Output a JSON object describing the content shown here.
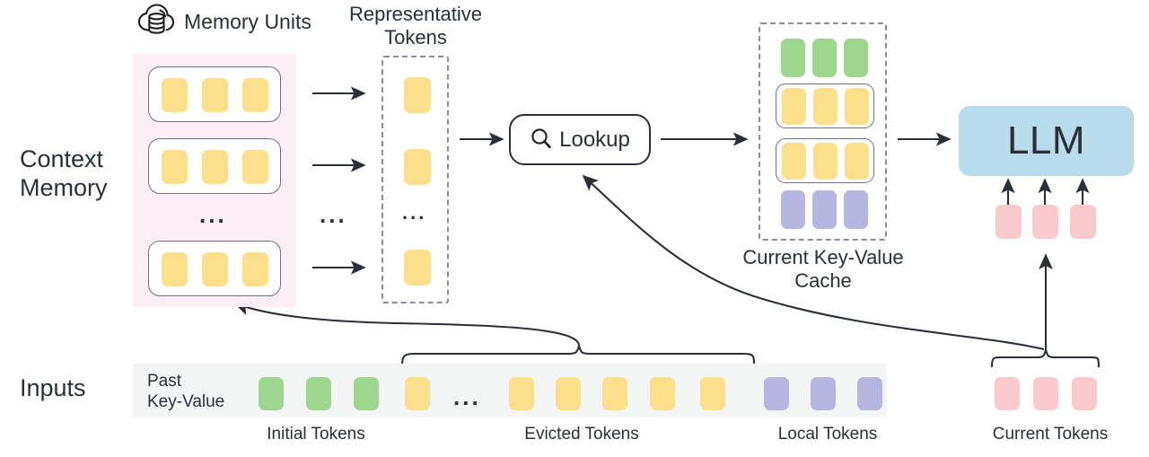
{
  "diagram": {
    "title_left_side": "Context\nMemory",
    "inputs_label": "Inputs",
    "memory_units_label": "Memory Units",
    "memory_units_icon": "cloud-database-icon",
    "representative_tokens_label": "Representative\nTokens",
    "lookup_label": "Lookup",
    "lookup_icon": "search-icon",
    "kv_cache_label": "Current Key-Value\nCache",
    "llm_label": "LLM",
    "past_key_value_label": "Past\nKey-Value",
    "bottom_labels": [
      {
        "id": "initial-tokens",
        "text": "Initial Tokens"
      },
      {
        "id": "evicted-tokens",
        "text": "Evicted Tokens"
      },
      {
        "id": "local-tokens",
        "text": "Local Tokens"
      },
      {
        "id": "current-tokens",
        "text": "Current Tokens"
      }
    ],
    "ellipsis": "...",
    "colors": {
      "yellow_token": "#fcdf8a",
      "green_token": "#9ed68f",
      "purple_token": "#b6b6e0",
      "pink_token": "#fbc9cc",
      "context_memory_panel": "#fbeef5",
      "inputs_bar": "#f4f6f5",
      "llm_box": "#b9dcec",
      "stroke": "#2b3038",
      "dashed_stroke": "#8a8f98"
    },
    "memory_units": {
      "row_count_visible": 3,
      "tokens_per_unit": 3,
      "token_color": "yellow"
    },
    "representative_tokens": {
      "count_visible": 3,
      "token_color": "yellow"
    },
    "kv_cache_rows": [
      {
        "id": "initial",
        "color": "green",
        "boxed": false,
        "count": 3
      },
      {
        "id": "retrieved-a",
        "color": "yellow",
        "boxed": true,
        "count": 3
      },
      {
        "id": "retrieved-b",
        "color": "yellow",
        "boxed": true,
        "count": 3
      },
      {
        "id": "local",
        "color": "purple",
        "boxed": false,
        "count": 3
      }
    ],
    "llm_input_tokens": {
      "color": "pink",
      "count": 3
    },
    "input_sequence": [
      {
        "color": "green",
        "count": 3
      },
      {
        "color": "yellow",
        "count": 1
      },
      {
        "ellipsis": true
      },
      {
        "color": "yellow",
        "count": 5
      },
      {
        "color": "purple",
        "count": 3
      }
    ],
    "current_tokens_sequence": {
      "color": "pink",
      "count": 3
    }
  }
}
